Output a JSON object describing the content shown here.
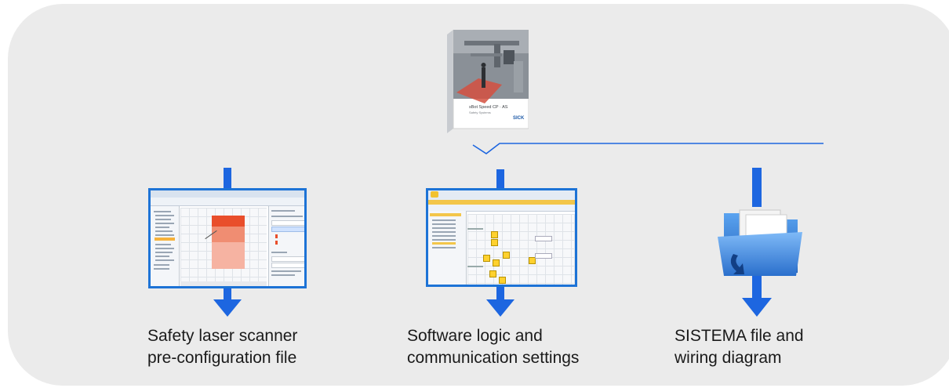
{
  "items": [
    {
      "caption_line1": "Safety laser scanner",
      "caption_line2": "pre-configuration file",
      "screen": "scanner-configuration-window"
    },
    {
      "caption_line1": "Software logic and",
      "caption_line2": "communication settings",
      "screen": "logic-editor-window"
    },
    {
      "caption_line1": "SISTEMA file and",
      "caption_line2": "wiring diagram",
      "screen": "open-folder-icon"
    }
  ],
  "product_box": {
    "title": "sBot Speed CP · AS",
    "subtitle": "Safety Systems",
    "brand": "SICK"
  },
  "colors": {
    "background": "#ebebeb",
    "arrow": "#1d66e0",
    "connector": "#1d66e0",
    "caption_text": "#1a1a1a"
  }
}
